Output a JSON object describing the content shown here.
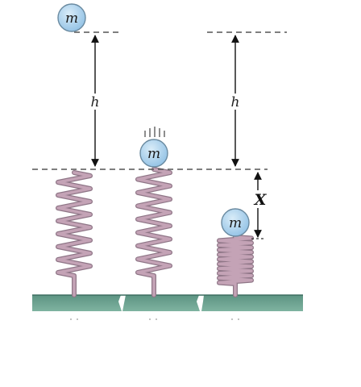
{
  "mass_label": "m",
  "height_label": "h",
  "compression_label": "X",
  "colors": {
    "mass_fill": "#a9d2ee",
    "mass_stroke": "#6a8aa0",
    "spring": "#c4a3b6",
    "spring_edge": "#8f7687",
    "ground": "#6a9f8d",
    "ground_top": "#3d6f60",
    "dashed": "#555555",
    "arrow": "#111111"
  }
}
